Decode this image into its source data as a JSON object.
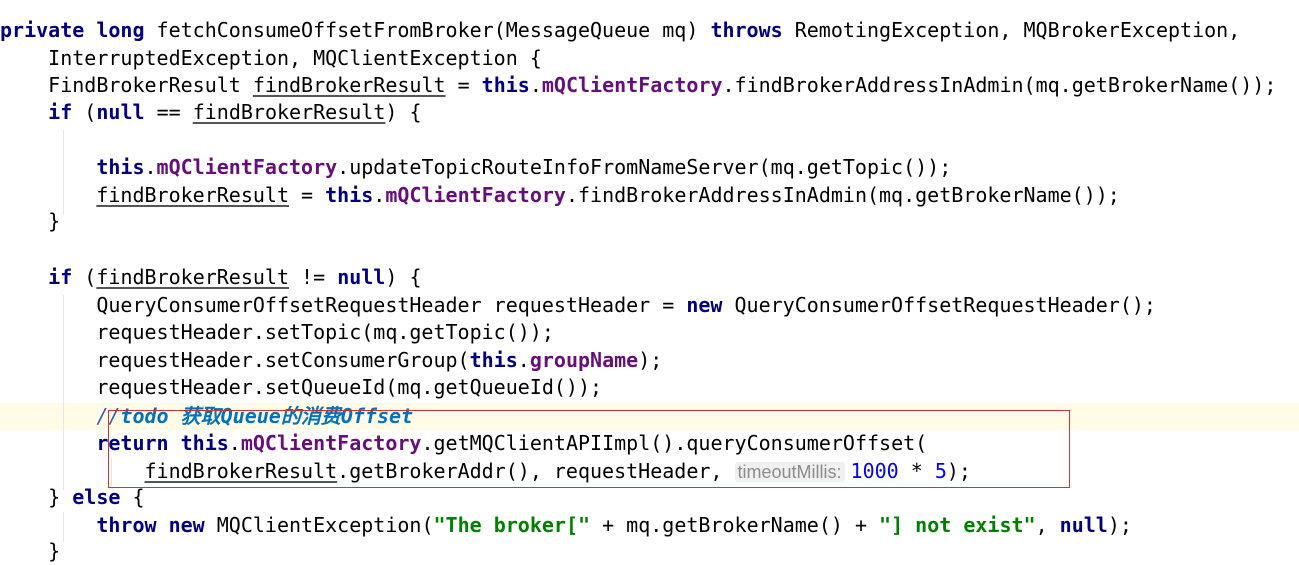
{
  "code": {
    "l1": {
      "kw1": "private long",
      "sig": " fetchConsumeOffsetFromBroker(MessageQueue mq) ",
      "kw2": "throws",
      "ex": " RemotingException, MQBrokerException,"
    },
    "l2": {
      "text": "    InterruptedException, MQClientException {"
    },
    "l3": {
      "a": "    FindBrokerResult ",
      "var": "findBrokerResult",
      "b": " = ",
      "kw": "this",
      "dot": ".",
      "fld": "mQClientFactory",
      "c": ".findBrokerAddressInAdmin(mq.getBrokerName());"
    },
    "l4": {
      "a": "    ",
      "kw1": "if",
      "b": " (",
      "kw2": "null",
      "c": " == ",
      "var": "findBrokerResult",
      "d": ") {"
    },
    "l6": {
      "a": "        ",
      "kw": "this",
      "dot": ".",
      "fld": "mQClientFactory",
      "c": ".updateTopicRouteInfoFromNameServer(mq.getTopic());"
    },
    "l7": {
      "a": "        ",
      "var": "findBrokerResult",
      "b": " = ",
      "kw": "this",
      "dot": ".",
      "fld": "mQClientFactory",
      "c": ".findBrokerAddressInAdmin(mq.getBrokerName());"
    },
    "l8": {
      "text": "    }"
    },
    "l10": {
      "a": "    ",
      "kw1": "if",
      "b": " (",
      "var": "findBrokerResult",
      "c": " != ",
      "kw2": "null",
      "d": ") {"
    },
    "l11": {
      "a": "        QueryConsumerOffsetRequestHeader requestHeader = ",
      "kw": "new",
      "c": " QueryConsumerOffsetRequestHeader();"
    },
    "l12": {
      "text": "        requestHeader.setTopic(mq.getTopic());"
    },
    "l13": {
      "a": "        requestHeader.setConsumerGroup(",
      "kw": "this",
      "dot": ".",
      "fld": "groupName",
      "c": ");"
    },
    "l14": {
      "text": "        requestHeader.setQueueId(mq.getQueueId());"
    },
    "l15": {
      "a": "        ",
      "slash": "//",
      "todo": "todo 获取Queue的消费Offset"
    },
    "l16": {
      "a": "        ",
      "kw1": "return",
      "sp": " ",
      "kw2": "this",
      "dot": ".",
      "fld": "mQClientFactory",
      "c": ".getMQClientAPIImpl().queryConsumerOffset("
    },
    "l17": {
      "a": "            ",
      "var": "findBrokerResult",
      "b": ".getBrokerAddr(), requestHeader, ",
      "hint": "timeoutMillis:",
      "n1": "1000",
      "op": " * ",
      "n2": "5",
      "end": ");"
    },
    "l18": {
      "a": "    } ",
      "kw": "else",
      "b": " {"
    },
    "l19": {
      "a": "        ",
      "kw1": "throw",
      "sp": " ",
      "kw2": "new",
      "b": " MQClientException(",
      "s1": "\"The broker[\"",
      "c": " + mq.getBrokerName() + ",
      "s2": "\"] not exist\"",
      "d": ", ",
      "kw3": "null",
      "e": ");"
    },
    "l20": {
      "text": "    }"
    }
  },
  "colors": {
    "keyword": "#000080",
    "field": "#660e7a",
    "string": "#008000",
    "number": "#0000ff",
    "todo_comment": "#0073bf",
    "highlight_border": "#cc3333",
    "current_line": "#fffbe6"
  }
}
